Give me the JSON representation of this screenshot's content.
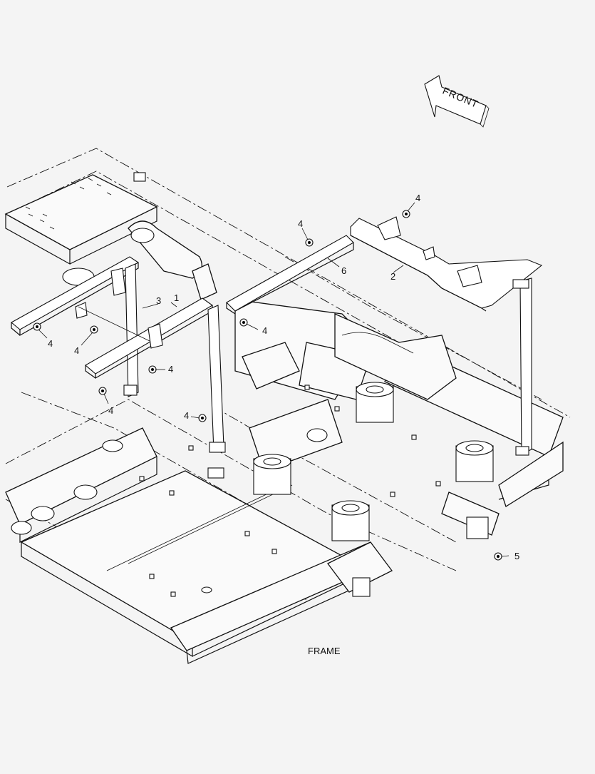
{
  "diagram": {
    "caption": "FRAME",
    "direction_label": "FRONT",
    "callouts": {
      "c1": "1",
      "c2": "2",
      "c3": "3",
      "c4a": "4",
      "c4b": "4",
      "c4c": "4",
      "c4d": "4",
      "c4e": "4",
      "c4f": "4",
      "c4g": "4",
      "c4h": "4",
      "c5": "5",
      "c6": "6"
    }
  }
}
